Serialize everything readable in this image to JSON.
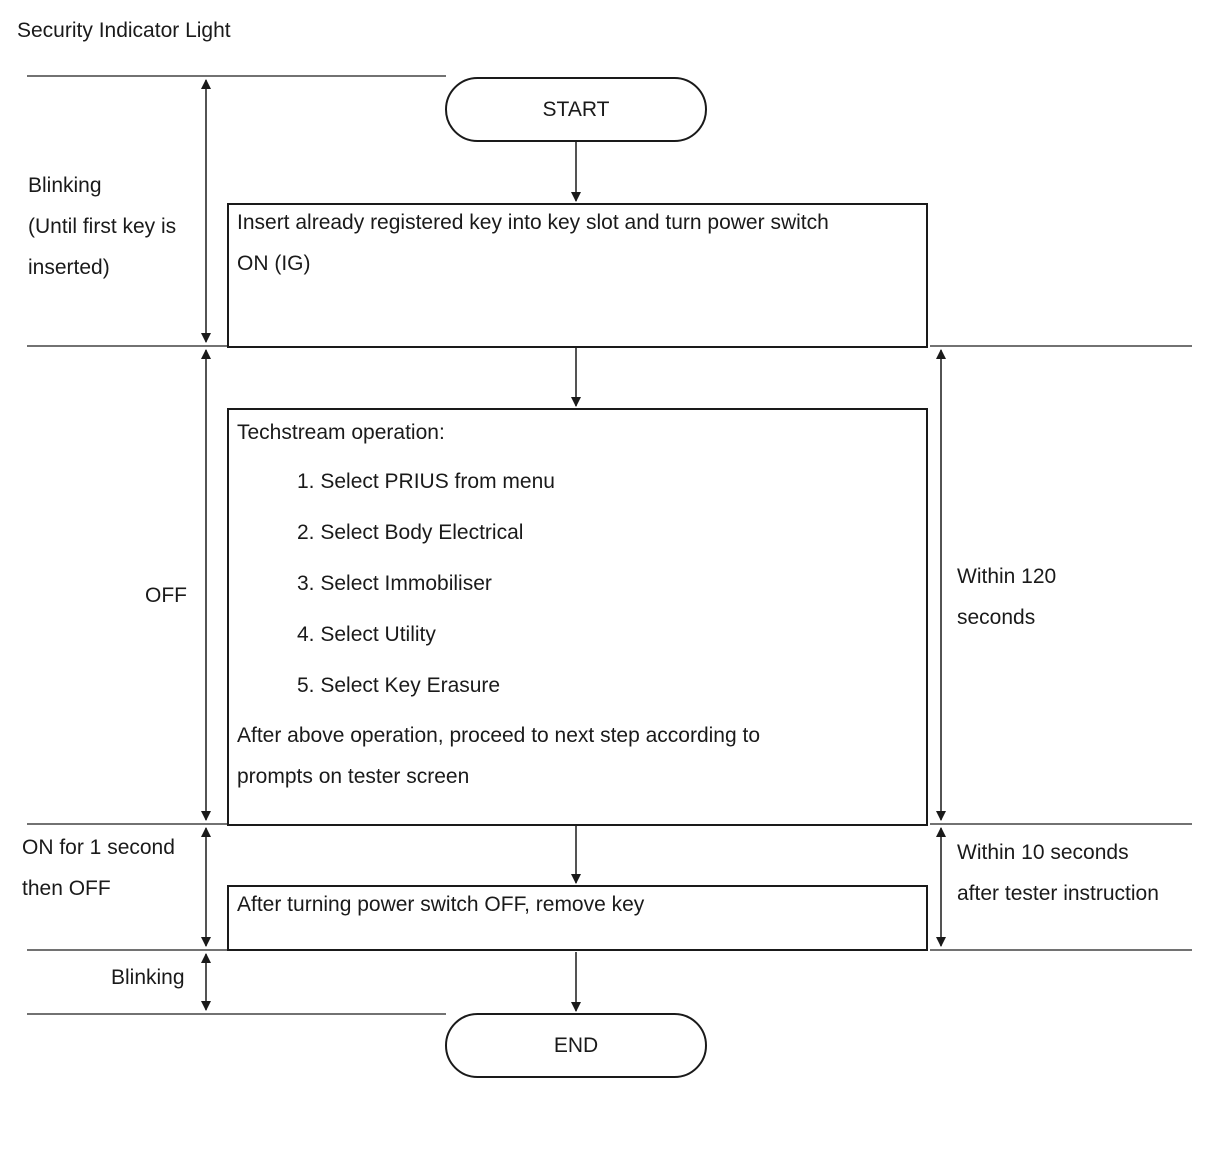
{
  "diagram": {
    "title": "Security Indicator Light",
    "start_label": "START",
    "end_label": "END",
    "step1": {
      "line1": "Insert already registered key into key slot and turn power switch",
      "line2": "ON (IG)"
    },
    "step2": {
      "heading": "Techstream operation:",
      "items": [
        "1. Select PRIUS from menu",
        "2. Select Body Electrical",
        "3. Select Immobiliser",
        "4. Select Utility",
        "5. Select Key Erasure"
      ],
      "footer_line1": "After above operation, proceed to next step according to",
      "footer_line2": "prompts on tester screen"
    },
    "step3": {
      "line1": "After turning power switch OFF, remove key"
    },
    "left_labels": {
      "blinking_1": {
        "line1": "Blinking",
        "line2": "(Until first key is",
        "line3": "inserted)"
      },
      "off": "OFF",
      "on_then_off": {
        "line1": "ON for 1 second",
        "line2": "then OFF"
      },
      "blinking_2": "Blinking"
    },
    "right_labels": {
      "within_120": {
        "line1": "Within 120",
        "line2": "seconds"
      },
      "within_10": {
        "line1": "Within 10 seconds",
        "line2": "after tester instruction"
      }
    }
  }
}
